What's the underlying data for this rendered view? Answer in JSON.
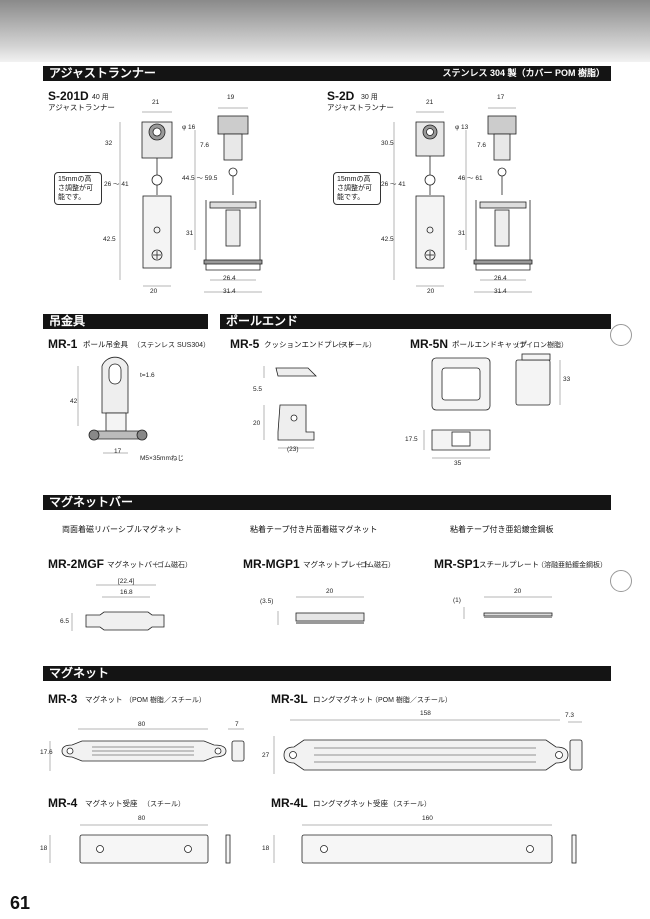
{
  "page_number": "61",
  "sections": {
    "adjuster": {
      "title": "アジャストランナー",
      "material": "ステンレス 304 製（カバー POM 樹脂）"
    },
    "hanger": {
      "title": "吊金具"
    },
    "pole_end": {
      "title": "ポールエンド"
    },
    "magnet_bar": {
      "title": "マグネットバー"
    },
    "magnet": {
      "title": "マグネット"
    }
  },
  "products": {
    "s201d": {
      "model": "S-201D",
      "use": "40 用",
      "name": "アジャストランナー",
      "note": "15mmの高さ調整が可能です。",
      "dims": {
        "top_w": "21",
        "side_w": "19",
        "h_top": "32",
        "phi": "φ 16",
        "off": "7.6",
        "adj": "26 ～ 41",
        "range": "44.5 ～ 59.5",
        "h_bot": "42.5",
        "h_fr": "31",
        "w_in": "26.4",
        "w_out": "31.4",
        "w_bot": "20"
      }
    },
    "s2d": {
      "model": "S-2D",
      "use": "30 用",
      "name": "アジャストランナー",
      "note": "15mmの高さ調整が可能です。",
      "dims": {
        "top_w": "21",
        "side_w": "17",
        "h_top": "30.5",
        "phi": "φ 13",
        "off": "7.6",
        "adj": "26 ～ 41",
        "range": "46 ～ 61",
        "h_bot": "42.5",
        "h_fr": "31",
        "w_in": "26.4",
        "w_out": "31.4",
        "w_bot": "20"
      }
    },
    "mr1": {
      "model": "MR-1",
      "name": "ポール吊金具",
      "spec": "（ステンレス SUS304）",
      "t": "t=1.6",
      "h": "42",
      "w": "17",
      "screw": "M5×35mmねじ"
    },
    "mr5": {
      "model": "MR-5",
      "name": "クッションエンドプレート",
      "spec": "（スチール）",
      "h1": "5.5",
      "h2": "20",
      "w": "(23)"
    },
    "mr5n": {
      "model": "MR-5N",
      "name": "ポールエンドキャップ",
      "spec": "（ナイロン樹脂）",
      "h1": "33",
      "h2": "17.5",
      "w": "35"
    },
    "mr2mgf": {
      "heading": "両面着磁リバーシブルマグネット",
      "model": "MR-2MGF",
      "name": "マグネットバー",
      "spec": "（ゴム磁石）",
      "w1": "[22.4]",
      "w2": "16.8",
      "h": "6.5"
    },
    "mrmgp1": {
      "heading": "粘着テープ付き片面着磁マグネット",
      "model": "MR-MGP1",
      "name": "マグネットプレート",
      "spec": "（ゴム磁石）",
      "w": "20",
      "h": "(3.5)"
    },
    "mrsp1": {
      "heading": "粘着テープ付き亜鉛鍍金鋼板",
      "model": "MR-SP1",
      "name": "スチールプレート",
      "spec": "（溶融亜鉛鍍金鋼板）",
      "w": "20",
      "h": "(1)"
    },
    "mr3": {
      "model": "MR-3",
      "name": "マグネット",
      "spec": "（POM 樹脂／スチール）",
      "w": "80",
      "h": "17.6",
      "t": "7"
    },
    "mr3l": {
      "model": "MR-3L",
      "name": "ロングマグネット",
      "spec": "（POM 樹脂／スチール）",
      "w": "158",
      "h": "27",
      "t": "7.3"
    },
    "mr4": {
      "model": "MR-4",
      "name": "マグネット受座",
      "spec": "（スチール）",
      "w": "80",
      "h": "18"
    },
    "mr4l": {
      "model": "MR-4L",
      "name": "ロングマグネット受座",
      "spec": "（スチール）",
      "w": "160",
      "h": "18"
    }
  }
}
